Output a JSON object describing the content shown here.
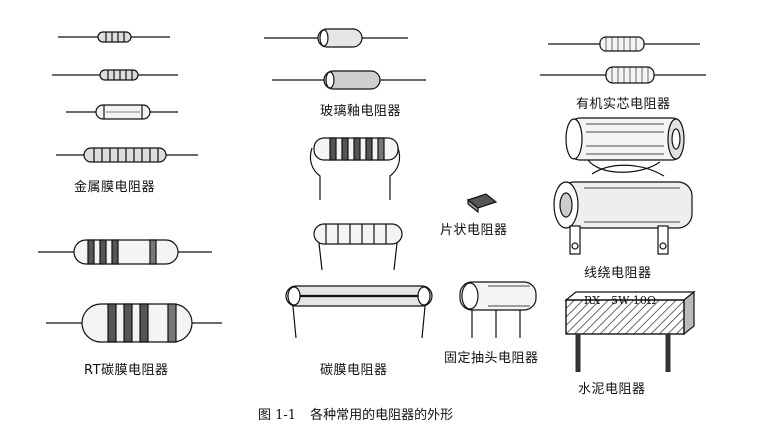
{
  "labels": {
    "metal_film": "金属膜电阻器",
    "glass_glaze": "玻璃釉电阻器",
    "organic_solid": "有机实芯电阻器",
    "chip": "片状电阻器",
    "wirewound": "线绕电阻器",
    "rt_carbon": "RT碳膜电阻器",
    "carbon_film": "碳膜电阻器",
    "fixed_tap": "固定抽头电阻器",
    "cement": "水泥电阻器"
  },
  "cement_marking": "RX－5W 10Ω",
  "caption": {
    "number": "图 1-1",
    "text": "各种常用的电阻器的外形"
  }
}
